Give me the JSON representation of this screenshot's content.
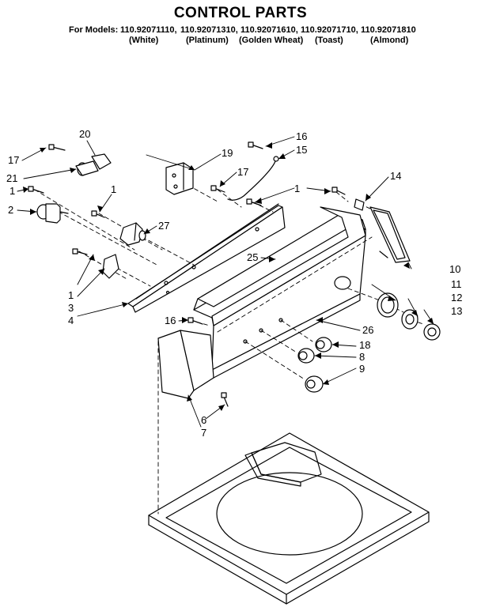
{
  "title": "CONTROL PARTS",
  "for_models_label": "For Models:",
  "models": [
    {
      "number": "110.92071110,",
      "color": "(White)"
    },
    {
      "number": "110.92071310,",
      "color": "(Platinum)"
    },
    {
      "number": "110.92071610,",
      "color": "(Golden Wheat)"
    },
    {
      "number": "110.92071710,",
      "color": "(Toast)"
    },
    {
      "number": "110.92071810",
      "color": "(Almond)"
    }
  ],
  "callouts": {
    "c1a": "1",
    "c1b": "1",
    "c1c": "1",
    "c1d": "1",
    "c2": "2",
    "c3": "3",
    "c4": "4",
    "c6": "6",
    "c7": "7",
    "c8": "8",
    "c9": "9",
    "c10": "10",
    "c11": "11",
    "c12": "12",
    "c13": "13",
    "c14": "14",
    "c15": "15",
    "c16a": "16",
    "c16b": "16",
    "c17a": "17",
    "c17b": "17",
    "c18": "18",
    "c19": "19",
    "c20": "20",
    "c21": "21",
    "c25": "25",
    "c26": "26",
    "c27": "27"
  }
}
